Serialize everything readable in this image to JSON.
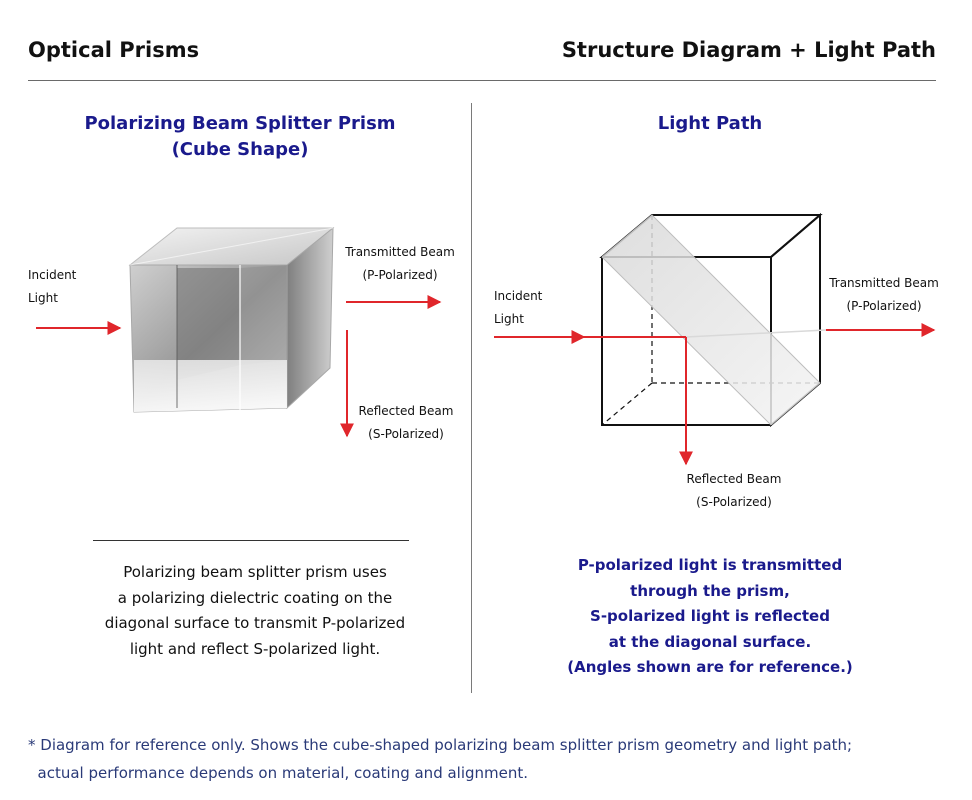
{
  "header": {
    "left_title": "Optical Prisms",
    "right_title": "Structure Diagram + Light Path"
  },
  "left_panel": {
    "title_line1": "Polarizing Beam Splitter Prism",
    "title_line2": "(Cube Shape)",
    "incident_line1": "Incident",
    "incident_line2": "Light",
    "transmitted_line1": "Transmitted Beam",
    "transmitted_line2": "(P-Polarized)",
    "reflected_line1": "Reflected Beam",
    "reflected_line2": "(S-Polarized)",
    "description": [
      "Polarizing beam splitter prism uses",
      "a polarizing dielectric coating on the",
      "diagonal surface to transmit P-polarized",
      "light and reflect S-polarized light."
    ]
  },
  "right_panel": {
    "title": "Light Path",
    "incident_line1": "Incident",
    "incident_line2": "Light",
    "transmitted_line1": "Transmitted Beam",
    "transmitted_line2": "(P-Polarized)",
    "reflected_line1": "Reflected Beam",
    "reflected_line2": "(S-Polarized)",
    "description": [
      "P-polarized light is transmitted",
      "through the prism,",
      "S-polarized light is reflected",
      "at the diagonal surface.",
      "(Angles shown are for reference.)"
    ]
  },
  "footnote": [
    "* Diagram for reference only. Shows the cube-shaped polarizing beam splitter prism geometry and light path;",
    "  actual performance depends on material, coating and alignment."
  ],
  "colors": {
    "accent_blue": "#1a1a8c",
    "beam_red": "#e0262b",
    "footnote_blue": "#2a3a78"
  }
}
